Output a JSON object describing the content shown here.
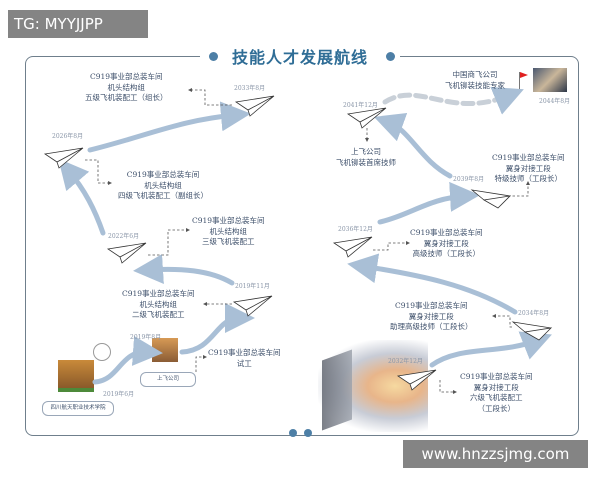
{
  "watermark_top": "TG: MYYJJPP",
  "watermark_bottom": "www.hnzzsjmg.com",
  "title": "技能人才发展航线",
  "colors": {
    "accent": "#2f6d96",
    "arrow": "#a9bfd6",
    "text": "#3d4f6a"
  },
  "left": {
    "n2033": {
      "date": "2033年8月",
      "lines": [
        "C919事业部总装车间",
        "机头结构组",
        "五级飞机装配工（组长）"
      ]
    },
    "n2026": {
      "date": "2026年8月",
      "lines": [
        "C919事业部总装车间",
        "机头结构组",
        "四级飞机装配工（副组长）"
      ]
    },
    "n2022": {
      "date": "2022年6月",
      "lines": [
        "C919事业部总装车间",
        "机头结构组",
        "三级飞机装配工"
      ]
    },
    "n2019_11": {
      "date": "2019年11月",
      "lines": [
        "C919事业部总装车间",
        "机头结构组",
        "二级飞机装配工"
      ]
    },
    "n2019_8": {
      "date": "2019年8月",
      "lines": [
        "C919事业部总装车间",
        "试工"
      ],
      "label": "上飞公司"
    },
    "n2019_6": {
      "date": "2019年6月",
      "label": "四川航天职业技术学院"
    }
  },
  "right": {
    "n2044": {
      "date": "2044年8月",
      "lines": [
        "中国商飞公司",
        "飞机铆装技能专家"
      ]
    },
    "n2041": {
      "date": "2041年12月",
      "lines": [
        "上飞公司",
        "飞机铆装首席技师"
      ]
    },
    "n2039": {
      "date": "2039年8月",
      "lines": [
        "C919事业部总装车间",
        "翼身对接工段",
        "特级技师（工段长）"
      ]
    },
    "n2036": {
      "date": "2036年12月",
      "lines": [
        "C919事业部总装车间",
        "翼身对接工段",
        "高级技师（工段长）"
      ]
    },
    "n2034": {
      "date": "2034年8月",
      "lines": [
        "C919事业部总装车间",
        "翼身对接工段",
        "助理高级技师（工段长）"
      ]
    },
    "n2032": {
      "date": "2032年12月",
      "lines": [
        "C919事业部总装车间",
        "翼身对接工段",
        "六级飞机装配工",
        "（工段长）"
      ]
    }
  }
}
